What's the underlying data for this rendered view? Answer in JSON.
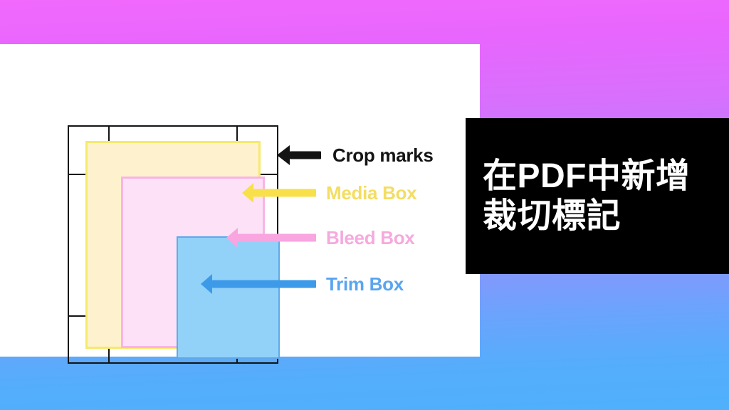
{
  "background": {
    "gradient_top_color": "#f169fd",
    "gradient_bottom_color": "#4fb0fb"
  },
  "card": {
    "background_color": "#ffffff"
  },
  "diagram": {
    "title": "PDF page box diagram",
    "boxes": [
      {
        "id": "crop-marks",
        "label": "Crop marks",
        "color": "#141414",
        "fill": "none"
      },
      {
        "id": "media-box",
        "label": "Media Box",
        "color": "#f6e96b",
        "fill": "#fdf2cd"
      },
      {
        "id": "bleed-box",
        "label": "Bleed Box",
        "color": "#f9b4e6",
        "fill": "#fde2f7"
      },
      {
        "id": "trim-box",
        "label": "Trim Box",
        "color": "#5fa9e8",
        "fill": "#92d2f9"
      }
    ]
  },
  "legend": {
    "items": [
      {
        "label": "Crop marks",
        "text_color": "#141414",
        "arrow_color": "#141414"
      },
      {
        "label": "Media Box",
        "text_color": "#f3dd62",
        "arrow_color": "#f7e04a"
      },
      {
        "label": "Bleed Box",
        "text_color": "#f6a9dd",
        "arrow_color": "#f8a5e0"
      },
      {
        "label": "Trim Box",
        "text_color": "#59a5ef",
        "arrow_color": "#3d9ae8"
      }
    ]
  },
  "title_block": {
    "background_color": "#000000",
    "text_color": "#ffffff",
    "line1": "在PDF中新增",
    "line2": "裁切標記"
  }
}
